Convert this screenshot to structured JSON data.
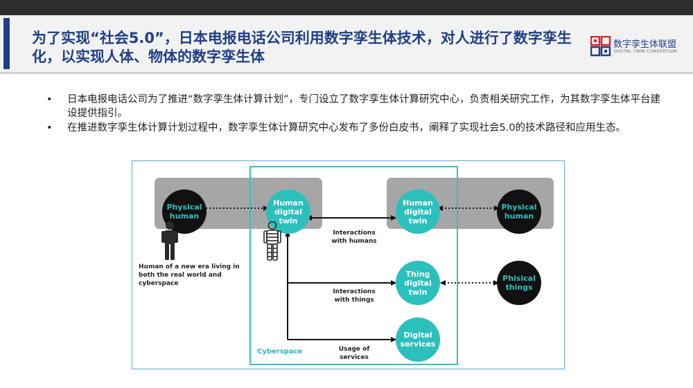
{
  "slide": {
    "title": "为了实现“社会5.0”，日本电报电话公司利用数字孪生体技术，对人进行了数字孪生化，以实现人体、物体的数字孪生体",
    "logo": {
      "name": "数字孪生体联盟",
      "english": "DIGITAL TWIN CONSORTIUM"
    },
    "bullets": [
      "日本电报电话公司为了推进“数字孪生体计算计划”，专门设立了数字孪生体计算研究中心，负责相关研究工作，为其数字孪生体平台建设提供指引。",
      "在推进数字孪生体计算计划过程中，数字孪生体计算研究中心发布了多份白皮书，阐释了实现社会5.0的技术路径和应用生态。"
    ],
    "bullet_symbol": "•"
  },
  "diagram": {
    "nodes": {
      "physical_human_left": "Physical human",
      "human_digital_twin_left": "Human digital twin",
      "human_digital_twin_right": "Human digital twin",
      "physical_human_right": "Physical human",
      "thing_digital_twin": "Thing digital twin",
      "physical_things": "Phisical things",
      "digital_services": "Digital services"
    },
    "labels": {
      "interactions_humans": "Interactions with humans",
      "interactions_things": "Interactions with things",
      "usage_services": "Usage of services",
      "human_new_era": "Human of a new era living in both the real world and cyberspace",
      "cyberspace": "Cyberspace"
    },
    "colors": {
      "teal": "#2cc0bd",
      "black": "#111111",
      "gray": "#a6a6a6",
      "title_blue": "#1f3f86"
    }
  }
}
